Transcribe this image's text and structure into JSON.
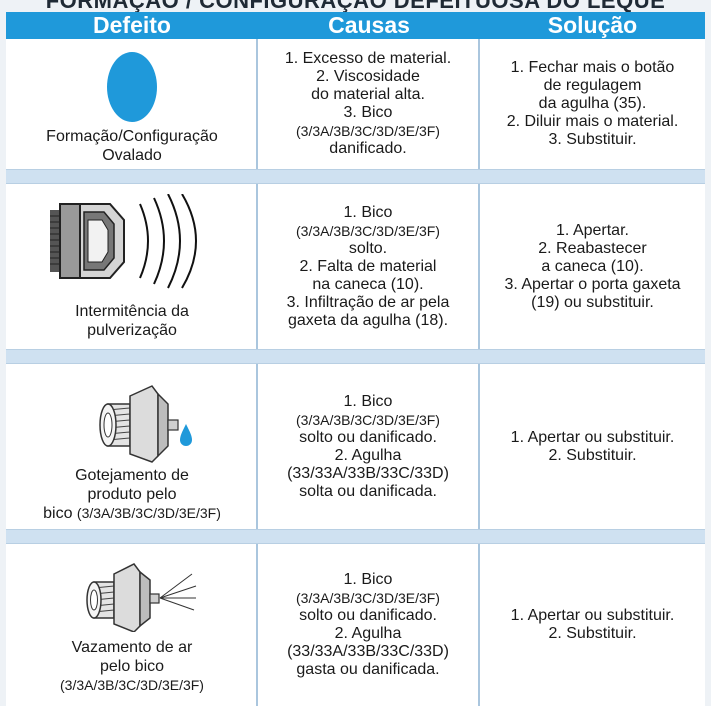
{
  "document": {
    "title": "FORMAÇÃO / CONFIGURAÇÃO DEFEITUOSA DO LEQUE",
    "headers": {
      "defect": "Defeito",
      "causes": "Causas",
      "solution": "Solução"
    },
    "colors": {
      "header_bg": "#1f99da",
      "separator": "#cfe1f1",
      "drop": "#1f99da"
    },
    "rows": [
      {
        "icon": "oval-spray-pattern-icon",
        "defect": [
          "Formação/Configuração",
          "Ovalado"
        ],
        "causes": [
          "1. Excesso de material.",
          "2. Viscosidade",
          "do material alta.",
          "3. Bico",
          "(3/3A/3B/3C/3D/3E/3F)",
          "danificado."
        ],
        "solution": [
          "1. Fechar mais o botão",
          "de regulagem",
          "da agulha (35).",
          "2. Diluir mais o material.",
          "3. Substituir."
        ]
      },
      {
        "icon": "intermittent-spray-icon",
        "defect": [
          "Intermitência da",
          "pulverização"
        ],
        "causes": [
          "1. Bico",
          "(3/3A/3B/3C/3D/3E/3F)",
          "solto.",
          "2. Falta de material",
          "na caneca (10).",
          "3. Infiltração de ar pela",
          "gaxeta da agulha (18)."
        ],
        "solution": [
          "1. Apertar.",
          "2. Reabastecer",
          "a caneca (10).",
          "3. Apertar o porta gaxeta",
          "(19) ou substituir."
        ]
      },
      {
        "icon": "nozzle-dripping-icon",
        "defect": [
          "Gotejamento de",
          "produto pelo",
          "bico",
          "(3/3A/3B/3C/3D/3E/3F)"
        ],
        "causes": [
          "1. Bico",
          "(3/3A/3B/3C/3D/3E/3F)",
          "solto ou danificado.",
          "2. Agulha",
          "(33/33A/33B/33C/33D)",
          "solta ou danificada."
        ],
        "solution": [
          "1. Apertar ou substituir.",
          "2. Substituir."
        ]
      },
      {
        "icon": "nozzle-air-leak-icon",
        "defect": [
          "Vazamento de ar",
          "pelo bico",
          "(3/3A/3B/3C/3D/3E/3F)"
        ],
        "causes": [
          "1. Bico",
          "(3/3A/3B/3C/3D/3E/3F)",
          "solto ou danificado.",
          "2. Agulha",
          "(33/33A/33B/33C/33D)",
          "gasta ou danificada."
        ],
        "solution": [
          "1. Apertar ou substituir.",
          "2. Substituir."
        ]
      }
    ]
  }
}
